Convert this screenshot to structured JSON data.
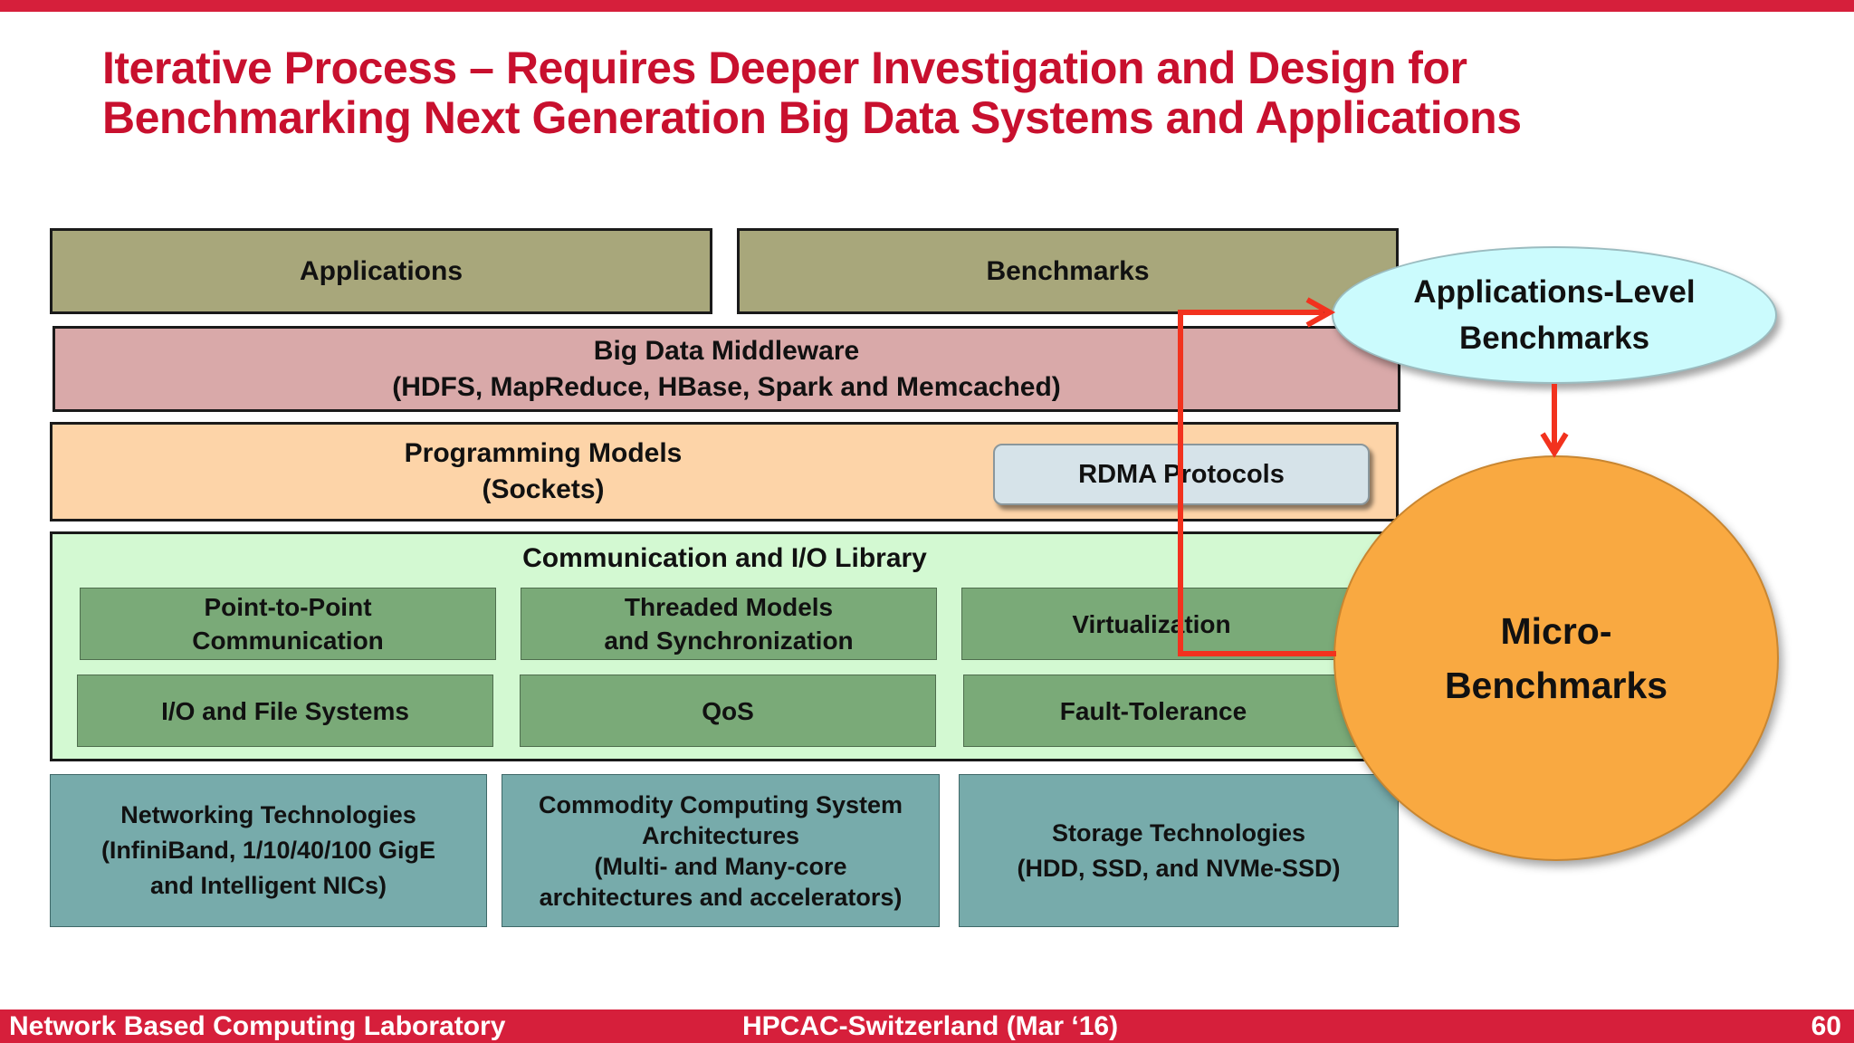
{
  "slide": {
    "title_line1": "Iterative Process – Requires Deeper Investigation and Design for",
    "title_line2": "Benchmarking Next Generation Big Data Systems and Applications"
  },
  "stack": {
    "applications": "Applications",
    "benchmarks": "Benchmarks",
    "middleware_line1": "Big Data Middleware",
    "middleware_line2": "(HDFS, MapReduce, HBase, Spark and Memcached)",
    "programming_line1": "Programming Models",
    "programming_line2": "(Sockets)",
    "rdma": "RDMA Protocols",
    "comm_title": "Communication and I/O Library",
    "p2p_line1": "Point-to-Point",
    "p2p_line2": "Communication",
    "threaded_line1": "Threaded Models",
    "threaded_line2": "and Synchronization",
    "virtualization": "Virtualization",
    "io_fs": "I/O and File Systems",
    "qos": "QoS",
    "fault": "Fault-Tolerance",
    "net_line1": "Networking Technologies",
    "net_line2": "(InfiniBand, 1/10/40/100 GigE",
    "net_line3": "and Intelligent NICs)",
    "commodity_line1": "Commodity Computing System",
    "commodity_line2": "Architectures",
    "commodity_line3": "(Multi- and Many-core",
    "commodity_line4": "architectures and accelerators)",
    "storage_line1": "Storage Technologies",
    "storage_line2": "(HDD, SSD, and NVMe-SSD)"
  },
  "benchmarks": {
    "app_level_line1": "Applications-Level",
    "app_level_line2": "Benchmarks",
    "micro_line1": "Micro-",
    "micro_line2": "Benchmarks"
  },
  "footer": {
    "left": "Network Based Computing Laboratory",
    "center": "HPCAC-Switzerland (Mar ‘16)",
    "page": "60"
  },
  "colors": {
    "brand_red": "#d61f3b",
    "arrow": "#f2321e",
    "olive": "#a8a77b",
    "middleware": "#d9a9a9",
    "programming": "#fdd4a8",
    "comm_library": "#d3f9d2",
    "comm_cells": "#7aaa78",
    "hardware": "#77abab",
    "app_level": "#cbfbfd",
    "micro": "#f9a941"
  }
}
